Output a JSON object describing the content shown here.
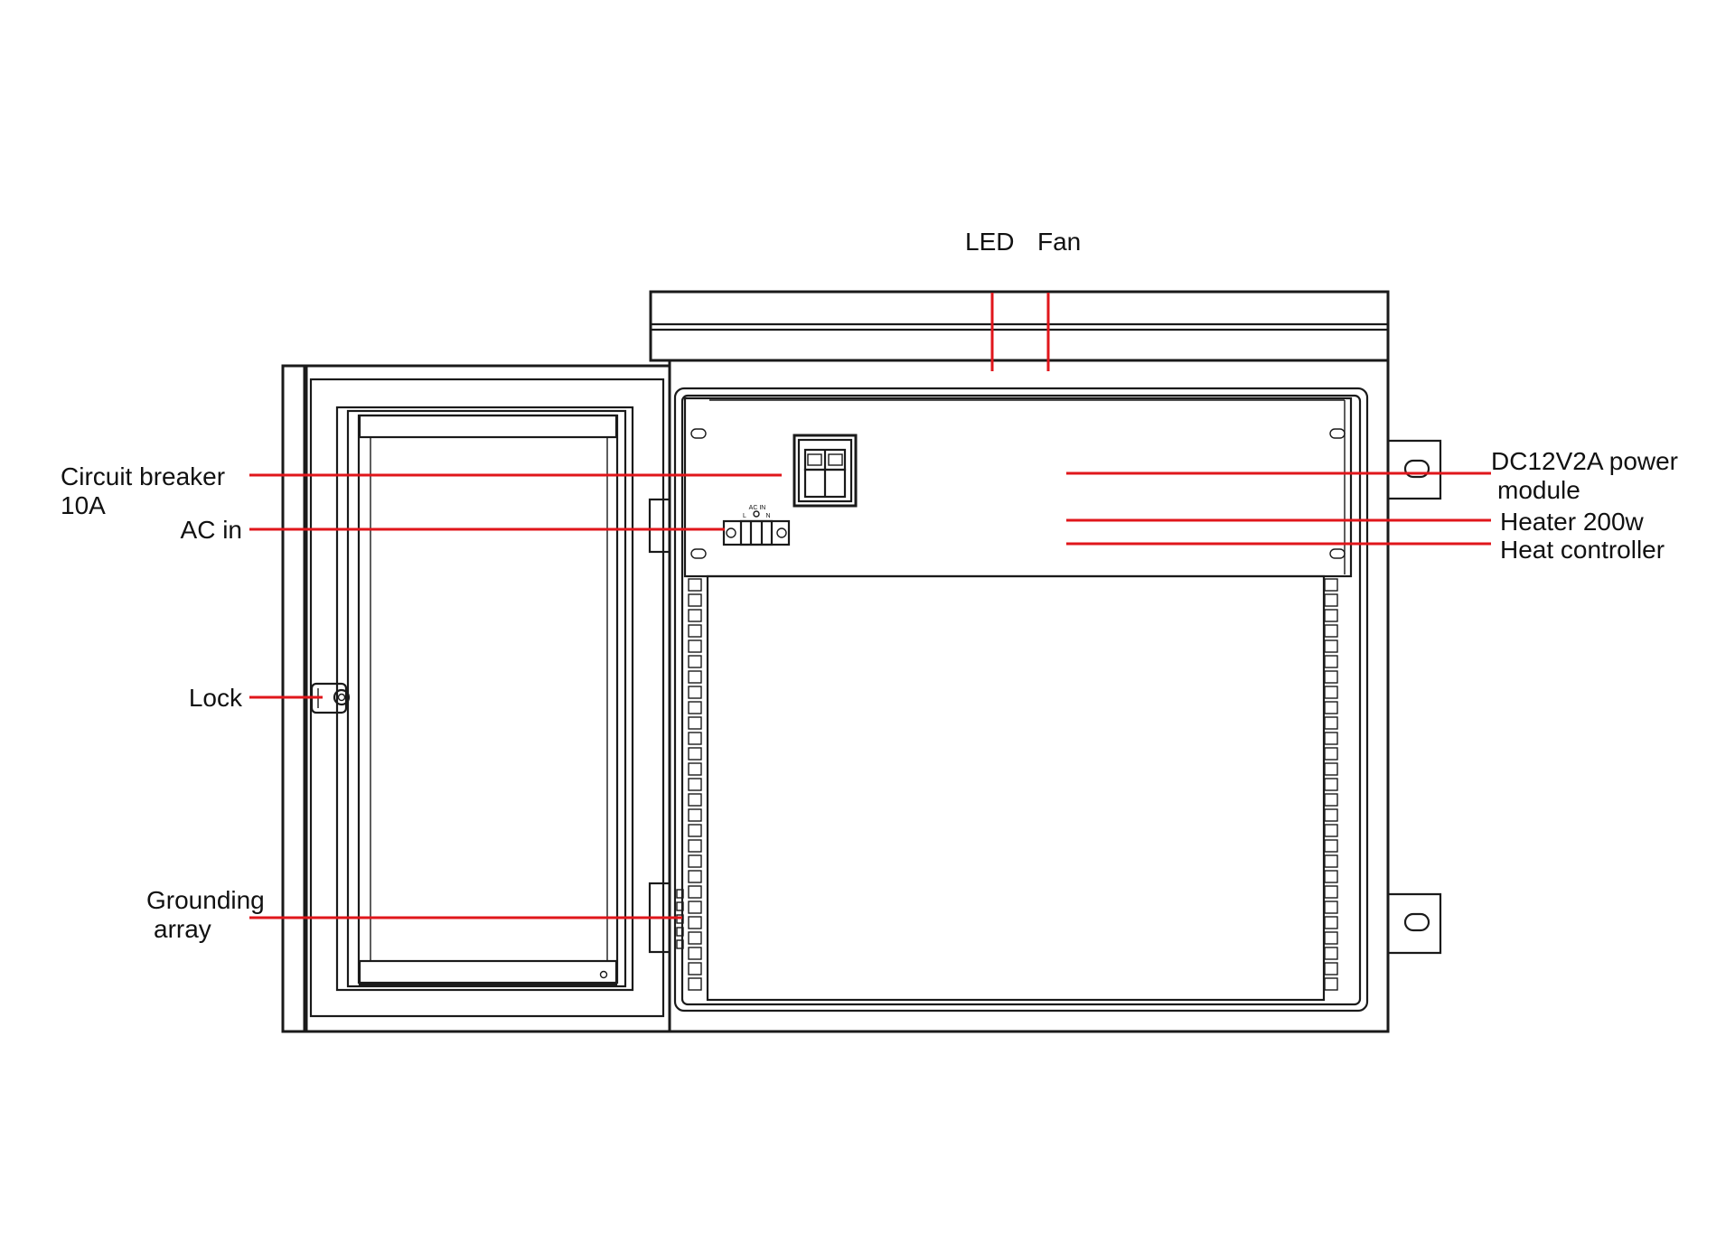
{
  "labels": {
    "led": "LED",
    "fan": "Fan",
    "circuit_breaker_line1": "Circuit breaker",
    "circuit_breaker_line2": "10A",
    "ac_in": "AC in",
    "lock": "Lock",
    "grounding_line1": "Grounding",
    "grounding_line2": "array",
    "power_module_line1": "DC12V2A power",
    "power_module_line2": "module",
    "heater": "Heater 200w",
    "heat_controller": "Heat controller"
  },
  "terminal_block": {
    "title": "AC IN",
    "live": "L",
    "neutral": "N"
  },
  "colors": {
    "leader_line": "#e0161b",
    "outline": "#1a1a1a",
    "background": "#ffffff"
  }
}
